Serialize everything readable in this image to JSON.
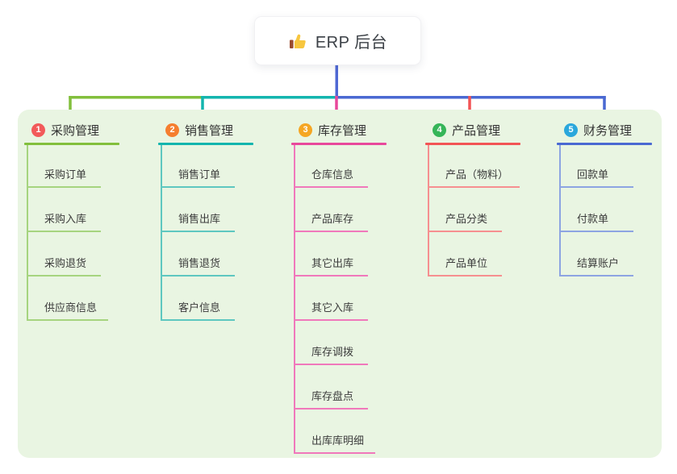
{
  "root": {
    "label": "ERP 后台",
    "icon": "thumbs-up-icon",
    "connector_color": "#4f68d4"
  },
  "panel": {
    "background": "#e9f5e2"
  },
  "branches": [
    {
      "badge": "1",
      "label": "采购管理",
      "badge_color": "#f25a5a",
      "line_color": "#82bf3c",
      "child_line_color": "#a6d47f",
      "children": [
        "采购订单",
        "采购入库",
        "采购退货",
        "供应商信息"
      ]
    },
    {
      "badge": "2",
      "label": "销售管理",
      "badge_color": "#f57e2f",
      "line_color": "#13b5ae",
      "child_line_color": "#5ec7c0",
      "children": [
        "销售订单",
        "销售出库",
        "销售退货",
        "客户信息"
      ]
    },
    {
      "badge": "3",
      "label": "库存管理",
      "badge_color": "#f5a623",
      "line_color": "#e8489b",
      "child_line_color": "#f078bb",
      "children": [
        "仓库信息",
        "产品库存",
        "其它出库",
        "其它入库",
        "库存调拨",
        "库存盘点",
        "出库库明细"
      ]
    },
    {
      "badge": "4",
      "label": "产品管理",
      "badge_color": "#35b558",
      "line_color": "#f25455",
      "child_line_color": "#f68f90",
      "children": [
        "产品（物料）",
        "产品分类",
        "产品单位"
      ]
    },
    {
      "badge": "5",
      "label": "财务管理",
      "badge_color": "#2aa7dc",
      "line_color": "#4a69d2",
      "child_line_color": "#8da4e2",
      "children": [
        "回款单",
        "付款单",
        "结算账户"
      ]
    }
  ]
}
